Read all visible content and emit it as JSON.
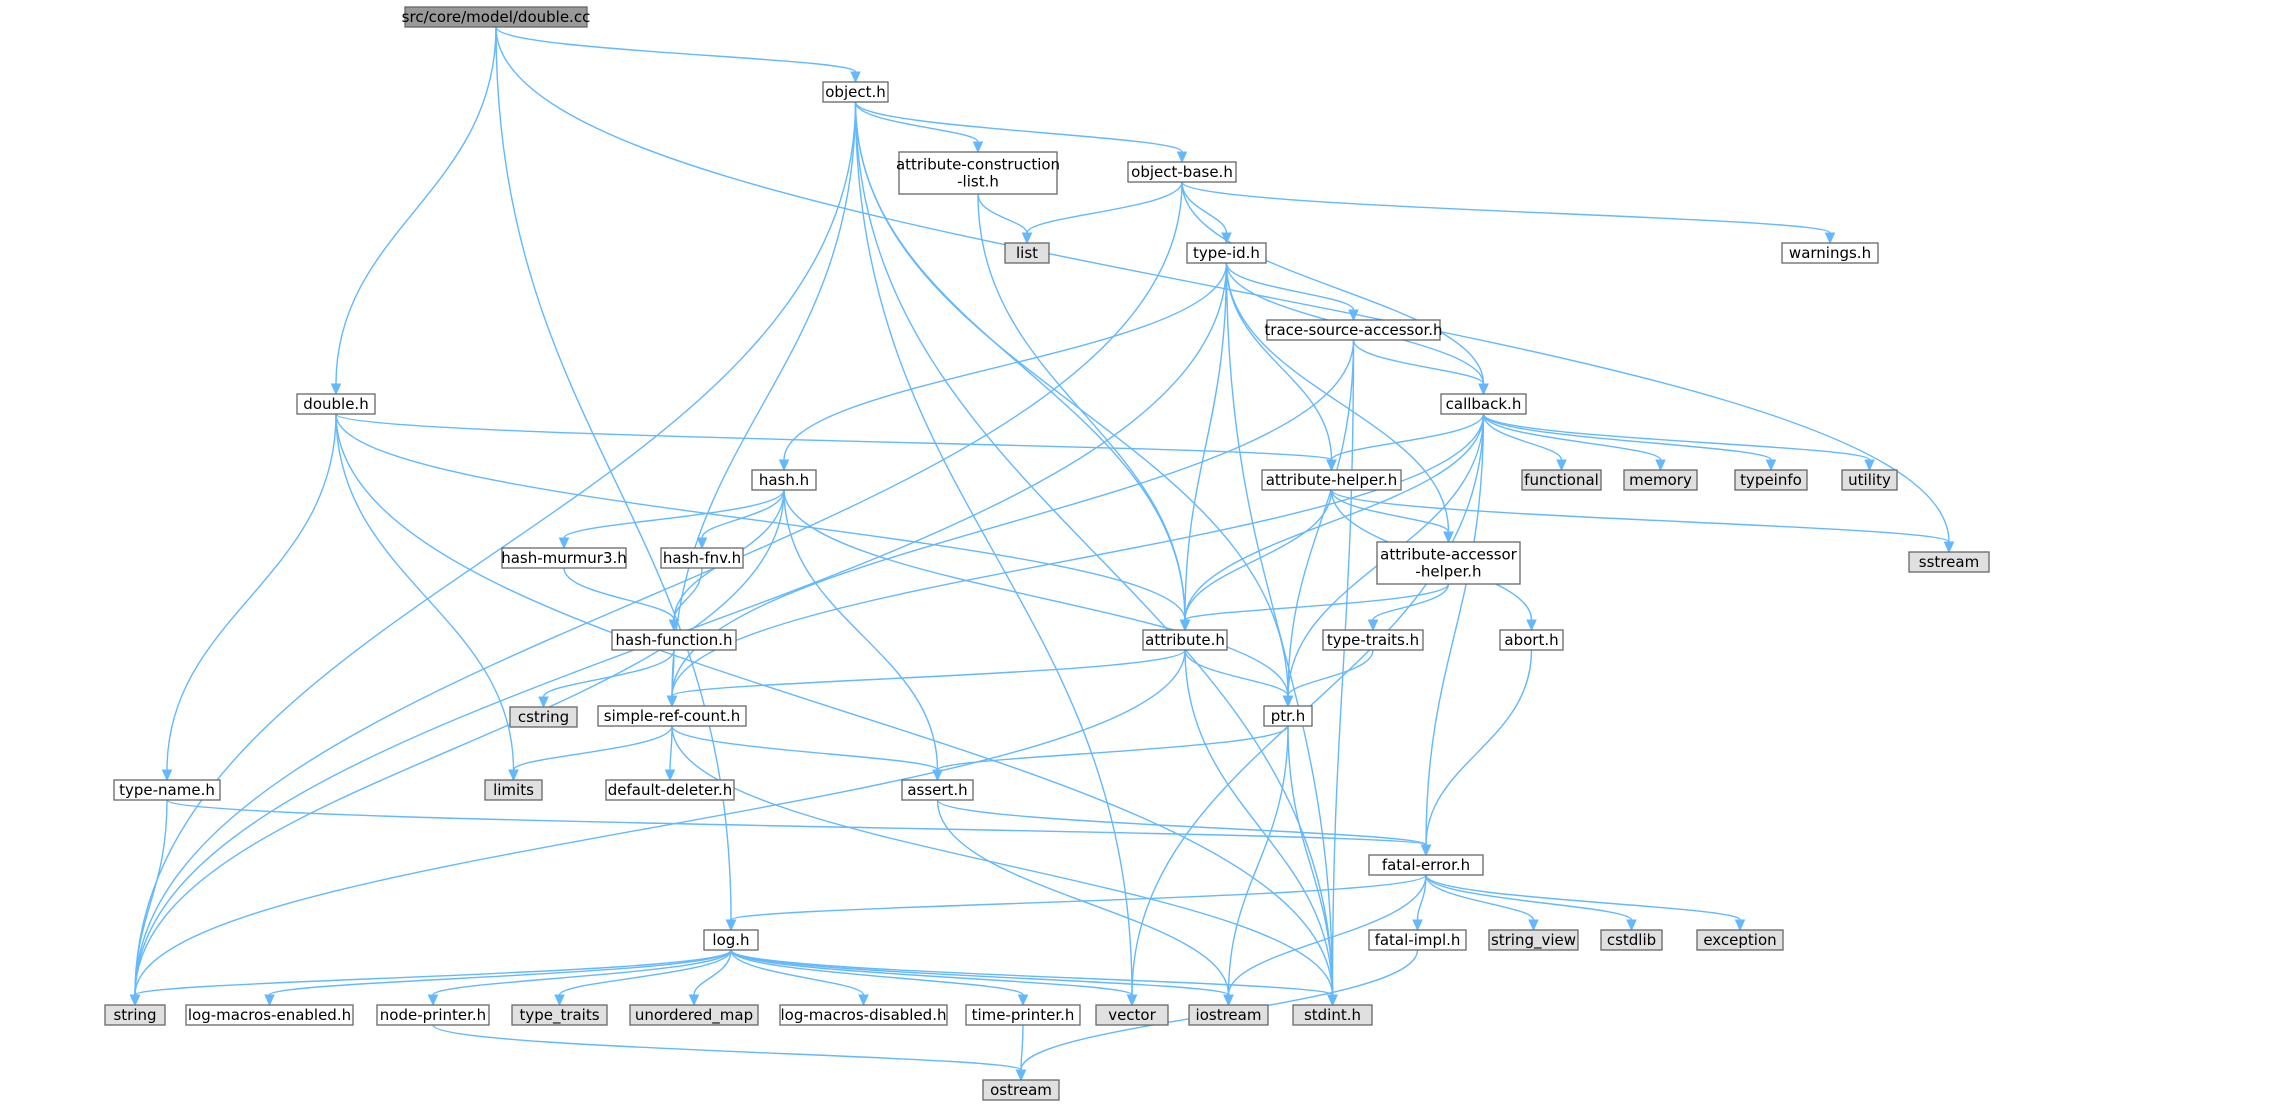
{
  "graph": {
    "colors": {
      "edge": "#63b8ff",
      "node_border": "#666666",
      "root_fill": "#999999",
      "system_header_fill": "#e0e0e0",
      "header_fill": "#ffffff"
    },
    "nodes": [
      {
        "id": "root",
        "label": "src/core/model/double.cc",
        "kind": "root"
      },
      {
        "id": "object",
        "label": "object.h",
        "kind": "header"
      },
      {
        "id": "attribute-construction-list",
        "label": "attribute-construction\n-list.h",
        "kind": "header"
      },
      {
        "id": "object-base",
        "label": "object-base.h",
        "kind": "header"
      },
      {
        "id": "list",
        "label": "list",
        "kind": "system"
      },
      {
        "id": "warnings",
        "label": "warnings.h",
        "kind": "header"
      },
      {
        "id": "type-id",
        "label": "type-id.h",
        "kind": "header"
      },
      {
        "id": "trace-source-accessor",
        "label": "trace-source-accessor.h",
        "kind": "header"
      },
      {
        "id": "double",
        "label": "double.h",
        "kind": "header"
      },
      {
        "id": "callback",
        "label": "callback.h",
        "kind": "header"
      },
      {
        "id": "hash",
        "label": "hash.h",
        "kind": "header"
      },
      {
        "id": "attribute-helper",
        "label": "attribute-helper.h",
        "kind": "header"
      },
      {
        "id": "functional",
        "label": "functional",
        "kind": "system"
      },
      {
        "id": "memory",
        "label": "memory",
        "kind": "system"
      },
      {
        "id": "typeinfo",
        "label": "typeinfo",
        "kind": "system"
      },
      {
        "id": "utility",
        "label": "utility",
        "kind": "system"
      },
      {
        "id": "sstream",
        "label": "sstream",
        "kind": "system"
      },
      {
        "id": "hash-murmur3",
        "label": "hash-murmur3.h",
        "kind": "header"
      },
      {
        "id": "hash-fnv",
        "label": "hash-fnv.h",
        "kind": "header"
      },
      {
        "id": "attribute-accessor-helper",
        "label": "attribute-accessor\n-helper.h",
        "kind": "header"
      },
      {
        "id": "hash-function",
        "label": "hash-function.h",
        "kind": "header"
      },
      {
        "id": "attribute",
        "label": "attribute.h",
        "kind": "header"
      },
      {
        "id": "type-traits",
        "label": "type-traits.h",
        "kind": "header"
      },
      {
        "id": "abort",
        "label": "abort.h",
        "kind": "header"
      },
      {
        "id": "cstring",
        "label": "cstring",
        "kind": "system"
      },
      {
        "id": "simple-ref-count",
        "label": "simple-ref-count.h",
        "kind": "header"
      },
      {
        "id": "ptr",
        "label": "ptr.h",
        "kind": "header"
      },
      {
        "id": "type-name",
        "label": "type-name.h",
        "kind": "header"
      },
      {
        "id": "limits",
        "label": "limits",
        "kind": "system"
      },
      {
        "id": "default-deleter",
        "label": "default-deleter.h",
        "kind": "header"
      },
      {
        "id": "assert",
        "label": "assert.h",
        "kind": "header"
      },
      {
        "id": "fatal-error",
        "label": "fatal-error.h",
        "kind": "header"
      },
      {
        "id": "log",
        "label": "log.h",
        "kind": "header"
      },
      {
        "id": "fatal-impl",
        "label": "fatal-impl.h",
        "kind": "header"
      },
      {
        "id": "string_view",
        "label": "string_view",
        "kind": "system"
      },
      {
        "id": "cstdlib",
        "label": "cstdlib",
        "kind": "system"
      },
      {
        "id": "exception",
        "label": "exception",
        "kind": "system"
      },
      {
        "id": "string",
        "label": "string",
        "kind": "system"
      },
      {
        "id": "log-macros-enabled",
        "label": "log-macros-enabled.h",
        "kind": "header"
      },
      {
        "id": "node-printer",
        "label": "node-printer.h",
        "kind": "header"
      },
      {
        "id": "type_traits",
        "label": "type_traits",
        "kind": "system"
      },
      {
        "id": "unordered_map",
        "label": "unordered_map",
        "kind": "system"
      },
      {
        "id": "log-macros-disabled",
        "label": "log-macros-disabled.h",
        "kind": "header"
      },
      {
        "id": "time-printer",
        "label": "time-printer.h",
        "kind": "header"
      },
      {
        "id": "vector",
        "label": "vector",
        "kind": "system"
      },
      {
        "id": "iostream",
        "label": "iostream",
        "kind": "system"
      },
      {
        "id": "stdint",
        "label": "stdint.h",
        "kind": "system"
      },
      {
        "id": "ostream",
        "label": "ostream",
        "kind": "system"
      }
    ],
    "edges": [
      [
        "root",
        "object"
      ],
      [
        "root",
        "double"
      ],
      [
        "root",
        "log"
      ],
      [
        "root",
        "sstream"
      ],
      [
        "object",
        "attribute-construction-list"
      ],
      [
        "object",
        "object-base"
      ],
      [
        "object",
        "attribute"
      ],
      [
        "object",
        "simple-ref-count"
      ],
      [
        "object",
        "ptr"
      ],
      [
        "object",
        "string"
      ],
      [
        "object",
        "vector"
      ],
      [
        "object",
        "stdint"
      ],
      [
        "attribute-construction-list",
        "list"
      ],
      [
        "attribute-construction-list",
        "attribute"
      ],
      [
        "object-base",
        "list"
      ],
      [
        "object-base",
        "warnings"
      ],
      [
        "object-base",
        "type-id"
      ],
      [
        "object-base",
        "callback"
      ],
      [
        "object-base",
        "string"
      ],
      [
        "type-id",
        "trace-source-accessor"
      ],
      [
        "type-id",
        "callback"
      ],
      [
        "type-id",
        "hash"
      ],
      [
        "type-id",
        "attribute-helper"
      ],
      [
        "type-id",
        "attribute"
      ],
      [
        "type-id",
        "attribute-accessor-helper"
      ],
      [
        "type-id",
        "string"
      ],
      [
        "type-id",
        "stdint"
      ],
      [
        "trace-source-accessor",
        "callback"
      ],
      [
        "trace-source-accessor",
        "simple-ref-count"
      ],
      [
        "trace-source-accessor",
        "ptr"
      ],
      [
        "trace-source-accessor",
        "stdint"
      ],
      [
        "double",
        "attribute-helper"
      ],
      [
        "double",
        "attribute"
      ],
      [
        "double",
        "type-name"
      ],
      [
        "double",
        "limits"
      ],
      [
        "double",
        "stdint"
      ],
      [
        "callback",
        "attribute"
      ],
      [
        "callback",
        "attribute-helper"
      ],
      [
        "callback",
        "functional"
      ],
      [
        "callback",
        "memory"
      ],
      [
        "callback",
        "typeinfo"
      ],
      [
        "callback",
        "utility"
      ],
      [
        "callback",
        "ptr"
      ],
      [
        "callback",
        "simple-ref-count"
      ],
      [
        "callback",
        "fatal-error"
      ],
      [
        "callback",
        "vector"
      ],
      [
        "hash",
        "hash-murmur3"
      ],
      [
        "hash",
        "hash-fnv"
      ],
      [
        "hash",
        "hash-function"
      ],
      [
        "hash",
        "assert"
      ],
      [
        "hash",
        "ptr"
      ],
      [
        "hash",
        "string"
      ],
      [
        "attribute-helper",
        "attribute-accessor-helper"
      ],
      [
        "attribute-helper",
        "abort"
      ],
      [
        "attribute-helper",
        "attribute"
      ],
      [
        "attribute-helper",
        "sstream"
      ],
      [
        "hash-murmur3",
        "hash-function"
      ],
      [
        "hash-fnv",
        "hash-function"
      ],
      [
        "attribute-accessor-helper",
        "attribute"
      ],
      [
        "attribute-accessor-helper",
        "type-traits"
      ],
      [
        "hash-function",
        "cstring"
      ],
      [
        "hash-function",
        "simple-ref-count"
      ],
      [
        "attribute",
        "ptr"
      ],
      [
        "attribute",
        "simple-ref-count"
      ],
      [
        "attribute",
        "string"
      ],
      [
        "attribute",
        "stdint"
      ],
      [
        "type-traits",
        "ptr"
      ],
      [
        "abort",
        "fatal-error"
      ],
      [
        "simple-ref-count",
        "assert"
      ],
      [
        "simple-ref-count",
        "limits"
      ],
      [
        "simple-ref-count",
        "default-deleter"
      ],
      [
        "simple-ref-count",
        "stdint"
      ],
      [
        "ptr",
        "assert"
      ],
      [
        "ptr",
        "iostream"
      ],
      [
        "ptr",
        "stdint"
      ],
      [
        "type-name",
        "fatal-error"
      ],
      [
        "type-name",
        "string"
      ],
      [
        "assert",
        "fatal-error"
      ],
      [
        "assert",
        "iostream"
      ],
      [
        "fatal-error",
        "log"
      ],
      [
        "fatal-error",
        "fatal-impl"
      ],
      [
        "fatal-error",
        "string_view"
      ],
      [
        "fatal-error",
        "cstdlib"
      ],
      [
        "fatal-error",
        "exception"
      ],
      [
        "fatal-error",
        "iostream"
      ],
      [
        "fatal-impl",
        "ostream"
      ],
      [
        "log",
        "log-macros-enabled"
      ],
      [
        "log",
        "log-macros-disabled"
      ],
      [
        "log",
        "node-printer"
      ],
      [
        "log",
        "time-printer"
      ],
      [
        "log",
        "type_traits"
      ],
      [
        "log",
        "unordered_map"
      ],
      [
        "log",
        "vector"
      ],
      [
        "log",
        "iostream"
      ],
      [
        "log",
        "stdint"
      ],
      [
        "log",
        "string"
      ],
      [
        "node-printer",
        "ostream"
      ],
      [
        "time-printer",
        "ostream"
      ]
    ]
  }
}
